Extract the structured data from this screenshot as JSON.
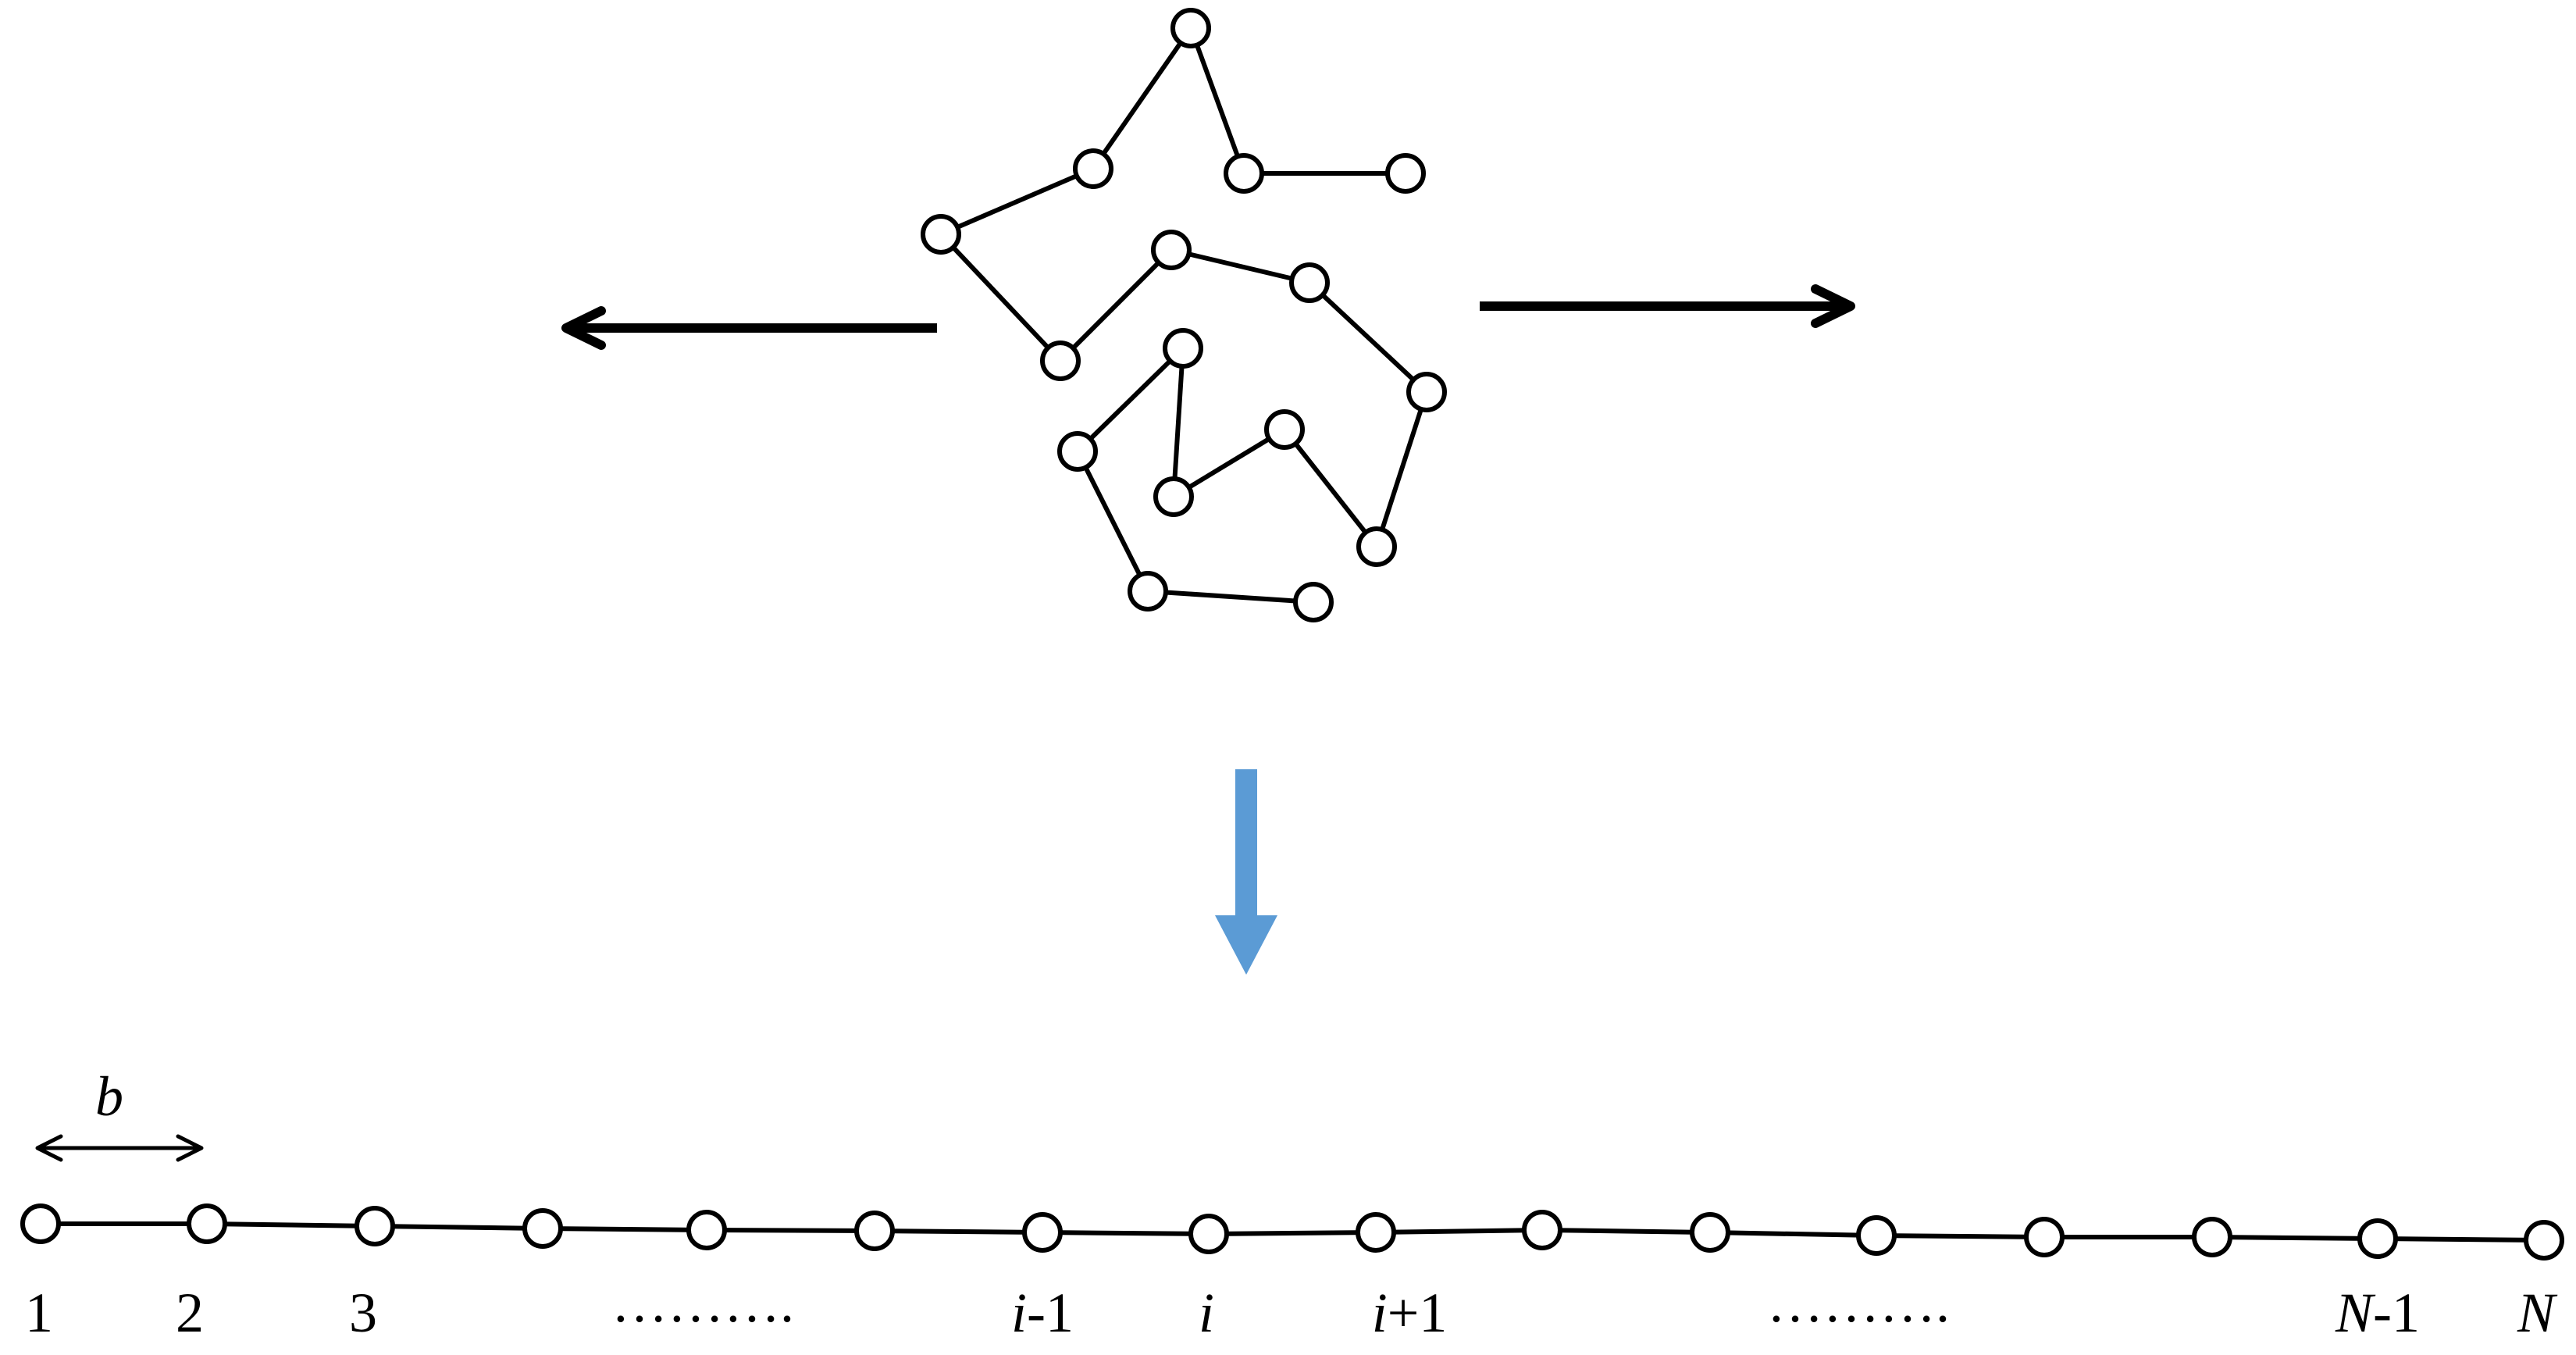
{
  "colors": {
    "ink": "#000000",
    "bead_fill": "#ffffff",
    "transform_arrow": "#5b9bd5"
  },
  "coiled_chain": {
    "stretch_arrows": [
      "left-arrow",
      "right-arrow"
    ]
  },
  "bond_length_label": "b",
  "chain_labels": [
    {
      "text": "1",
      "italic": false
    },
    {
      "text": "2",
      "italic": false
    },
    {
      "text": "3",
      "italic": false
    },
    {
      "text": "……….",
      "italic": false
    },
    {
      "var": "i",
      "suffix": "-1"
    },
    {
      "var": "i",
      "suffix": ""
    },
    {
      "var": "i",
      "suffix": "+1"
    },
    {
      "text": "……….",
      "italic": false
    },
    {
      "var": "N",
      "suffix": "-1"
    },
    {
      "var": "N",
      "suffix": ""
    }
  ]
}
